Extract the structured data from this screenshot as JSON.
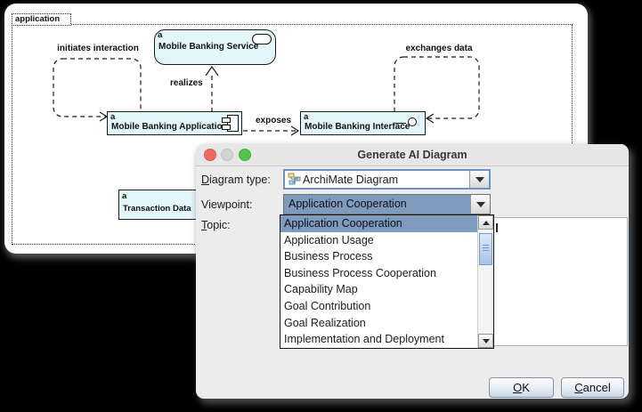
{
  "diagram": {
    "group_label": "application",
    "nodes": {
      "service": {
        "stereotype": "a",
        "label": "Mobile Banking Service"
      },
      "application": {
        "stereotype": "a",
        "label": "Mobile Banking Application"
      },
      "interface": {
        "stereotype": "a",
        "label": "Mobile Banking Interface"
      },
      "transaction": {
        "stereotype": "a",
        "label": "Transaction Data"
      }
    },
    "edges": {
      "initiates": {
        "label": "initiates interaction"
      },
      "realizes": {
        "label": "realizes"
      },
      "exposes": {
        "label": "exposes"
      },
      "exchanges": {
        "label": "exchanges data"
      }
    }
  },
  "dialog": {
    "title": "Generate AI Diagram",
    "diagram_type": {
      "label_m": "D",
      "label_rest": "iagram type:",
      "value": "ArchiMate Diagram"
    },
    "viewpoint": {
      "label": "Viewpoint:",
      "value": "Application Cooperation"
    },
    "topic": {
      "label_m": "T",
      "label_rest": "opic:"
    },
    "viewpoint_options": [
      "Application Cooperation",
      "Application Usage",
      "Business Process",
      "Business Process Cooperation",
      "Capability Map",
      "Goal Contribution",
      "Goal Realization",
      "Implementation and Deployment"
    ],
    "selected_index": 0,
    "buttons": {
      "ok_m": "O",
      "ok_rest": "K",
      "cancel_m": "C",
      "cancel_rest": "ancel"
    }
  },
  "colors": {
    "node_fill": "#E3F6F9",
    "selection_blue": "#7E9ABC",
    "focus_border": "#6E93BE",
    "dialog_bg": "#ECECEC",
    "traffic_red": "#EE6A5E",
    "traffic_gray": "#D3D3D3",
    "traffic_green": "#54C250"
  }
}
